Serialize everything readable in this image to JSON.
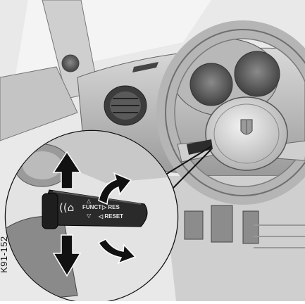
{
  "figure": {
    "id_label": "K91-152"
  },
  "lever": {
    "funct_label": "FUNCT",
    "right_label": "▷ RES",
    "left_label": "◁ RESET"
  },
  "icons": [
    "steering-wheel-icon",
    "cruise-lever-icon",
    "arrow-up-icon",
    "arrow-down-icon",
    "arrow-curved-up-icon",
    "arrow-curved-down-icon",
    "porsche-crest-icon"
  ]
}
